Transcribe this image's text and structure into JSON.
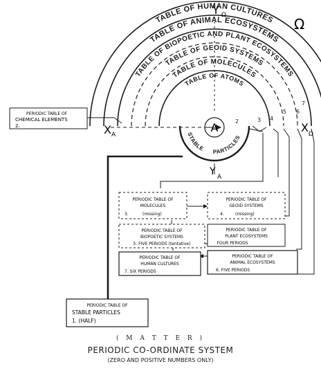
{
  "symbols": {
    "omega": "Ω",
    "y_top": "Y",
    "y_top_sub": "Ω",
    "y_bottom": "Y",
    "y_bottom_sub": "A",
    "x_left": "X",
    "x_left_sub": "A",
    "x_right": "X",
    "x_right_sub": "Ω",
    "center": "A"
  },
  "arcs": [
    {
      "label": "TABLE OF HUMAN CULTURES"
    },
    {
      "label": "TABLE OF ANIMAL ECOSYSTEMS"
    },
    {
      "label": "TABLE OF BIOPOETIC AND PLANT ECOSYSTEMS"
    },
    {
      "label": "TABLE OF GEOID SYSTEMS"
    },
    {
      "label": "TABLE OF MOLECULES"
    },
    {
      "label": "TABLE OF ATOMS"
    }
  ],
  "inner": {
    "line1": "STABLE",
    "line2": "PARTICLES"
  },
  "arc_numbers": [
    "2",
    "3",
    "4",
    "5",
    "6",
    "7"
  ],
  "boxes": {
    "chemical": {
      "line1": "PERIODIC TABLE OF",
      "line2": "CHEMICAL ELEMENTS",
      "line3": "2."
    },
    "molecules": {
      "line1": "PERIODIC TABLE OF",
      "line2": "MOLECULES",
      "line3": "3.",
      "line4": "(missing)"
    },
    "geoid": {
      "line1": "PERIODIC TABLE OF",
      "line2": "GEOID SYSTEMS",
      "line3": "4.",
      "line4": "(missing)"
    },
    "biopoetic": {
      "line1": "PERIODIC TABLE OF",
      "line2": "BIOPOETIC SYSTEMS",
      "line3": "5. FIVE PERIODS (tentative)"
    },
    "plant": {
      "line1": "PERIODIC TABLE OF",
      "line2": "PLANT ECOSYSTEMS",
      "line3": "FOUR PERIODS"
    },
    "human": {
      "line1": "PERIODIC TABLE OF",
      "line2": "HUMAN CULTURES",
      "line3": "7. SIX PERIODS"
    },
    "animal": {
      "line1": "PERIODIC TABLE OF",
      "line2": "ANIMAL ECOSYSTEMS",
      "line3": "6. FIVE PERIODS"
    },
    "stable": {
      "line1": "PERIODIC TABLE OF",
      "line2": "STABLE PARTICLES",
      "line3": "1. (HALF)"
    }
  },
  "caption": {
    "matter": "( M A T T E R )",
    "title": "PERIODIC CO-ORDINATE SYSTEM",
    "subtitle": "(ZERO AND POSITIVE NUMBERS ONLY)"
  }
}
